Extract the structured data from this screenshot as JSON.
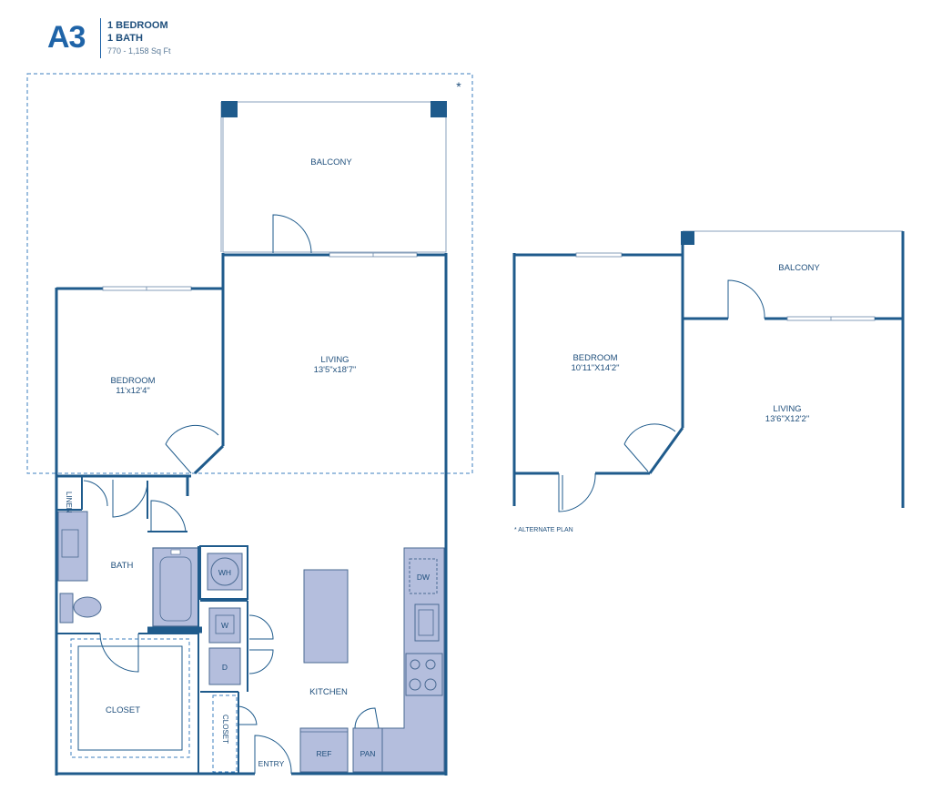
{
  "header": {
    "plan_code": "A3",
    "line1": "1 BEDROOM",
    "line2": "1 BATH",
    "sqft": "770 - 1,158 Sq Ft"
  },
  "asterisk": "*",
  "alt_note": "* ALTERNATE PLAN",
  "main_plan": {
    "balcony": "BALCONY",
    "living": "LIVING",
    "living_dims": "13'5\"x18'7\"",
    "bedroom": "BEDROOM",
    "bedroom_dims": "11'x12'4\"",
    "linen": "LINEN",
    "bath": "BATH",
    "wh": "WH",
    "w": "W",
    "d": "D",
    "dw": "DW",
    "kitchen": "KITCHEN",
    "closet": "CLOSET",
    "closet2": "CLOSET",
    "ref": "REF",
    "pan": "PAN",
    "entry": "ENTRY"
  },
  "alt_plan": {
    "balcony": "BALCONY",
    "bedroom": "BEDROOM",
    "bedroom_dims": "10'11\"X14'2\"",
    "living": "LIVING",
    "living_dims": "13'6\"X12'2\""
  },
  "colors": {
    "wall": "#1f5b8c",
    "fixture_fill": "#b4bedd",
    "fixture_stroke": "#4a6a92",
    "dashed": "#3d7fbf",
    "header_blue": "#1f64a8"
  }
}
